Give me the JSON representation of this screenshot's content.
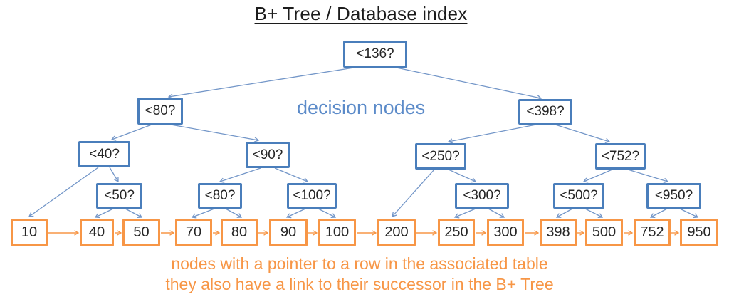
{
  "title": "B+ Tree / Database index",
  "labels": {
    "decision_nodes": "decision nodes",
    "leaf_note_line1": "nodes with a pointer to a row in the associated table",
    "leaf_note_line2": "they also have a link to their successor in the B+ Tree"
  },
  "colors": {
    "decision_node_border": "#4a7ebb",
    "connector_line": "#7396c8",
    "decision_label_text": "#5c8bc9",
    "leaf_accent": "#f79646",
    "node_text": "#262626",
    "title_text": "#1c1c1c"
  },
  "tree": {
    "root": {
      "label": "<136?"
    },
    "level2": [
      {
        "label": "<80?"
      },
      {
        "label": "<398?"
      }
    ],
    "level3": [
      {
        "label": "<40?"
      },
      {
        "label": "<90?"
      },
      {
        "label": "<250?"
      },
      {
        "label": "<752?"
      }
    ],
    "level4": [
      {
        "label": "<50?"
      },
      {
        "label": "<80?"
      },
      {
        "label": "<100?"
      },
      {
        "label": "<300?"
      },
      {
        "label": "<500?"
      },
      {
        "label": "<950?"
      }
    ],
    "leaves": [
      "10",
      "40",
      "50",
      "70",
      "80",
      "90",
      "100",
      "200",
      "250",
      "300",
      "398",
      "500",
      "752",
      "950"
    ]
  }
}
